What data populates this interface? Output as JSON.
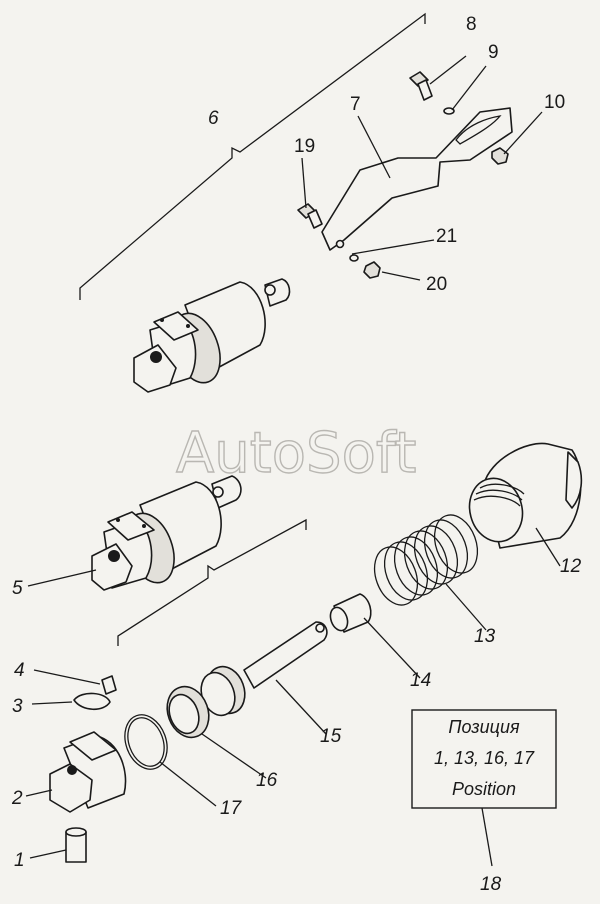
{
  "watermark": "AutoSoft",
  "callouts": {
    "c1": "1",
    "c2": "2",
    "c3": "3",
    "c4": "4",
    "c5": "5",
    "c6": "6",
    "c7": "7",
    "c8": "8",
    "c9": "9",
    "c10": "10",
    "c12": "12",
    "c13": "13",
    "c14": "14",
    "c15": "15",
    "c16": "16",
    "c17": "17",
    "c18": "18",
    "c19": "19",
    "c20": "20",
    "c21": "21"
  },
  "note_box": {
    "line1": "Позиция",
    "line2": "1, 13, 16, 17",
    "line3": "Position"
  }
}
